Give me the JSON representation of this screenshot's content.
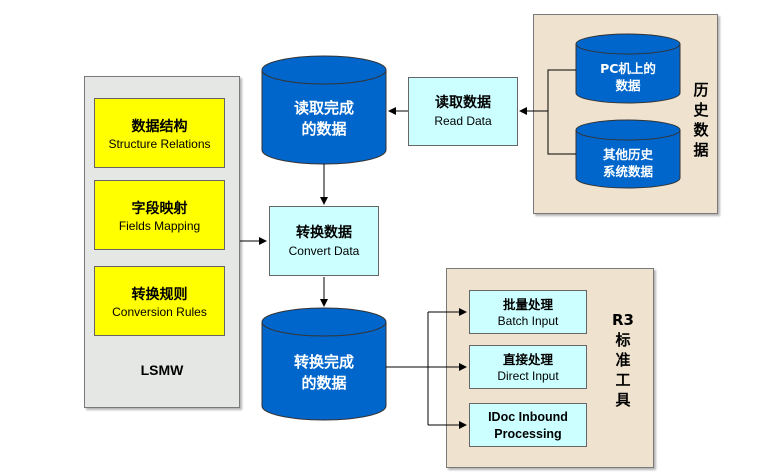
{
  "lsmw": {
    "label": "LSMW",
    "items": [
      {
        "zh": "数据结构",
        "en": "Structure Relations"
      },
      {
        "zh": "字段映射",
        "en": "Fields Mapping"
      },
      {
        "zh": "转换规则",
        "en": "Conversion Rules"
      }
    ]
  },
  "read_db": {
    "line1": "读取完成",
    "line2": "的数据"
  },
  "converted_db": {
    "line1": "转换完成",
    "line2": "的数据"
  },
  "read_data": {
    "zh": "读取数据",
    "en": "Read Data"
  },
  "convert_data": {
    "zh": "转换数据",
    "en": "Convert Data"
  },
  "history": {
    "label": "历史数据",
    "pc": {
      "line1": "PC机上的",
      "line2": "数据"
    },
    "other": {
      "line1": "其他历史",
      "line2": "系统数据"
    }
  },
  "r3": {
    "label": "R3标准工具",
    "batch": {
      "zh": "批量处理",
      "en": "Batch Input"
    },
    "direct": {
      "zh": "直接处理",
      "en": "Direct Input"
    },
    "idoc": {
      "line1": "IDoc Inbound",
      "line2": "Processing"
    }
  },
  "colors": {
    "cylinder": "#0066cc",
    "cylinder_dark": "#003f99",
    "yellow": "#ffff00",
    "cyan": "#ccffff",
    "panel_tan": "#efe3cf",
    "panel_grey": "#e4e7e4"
  }
}
